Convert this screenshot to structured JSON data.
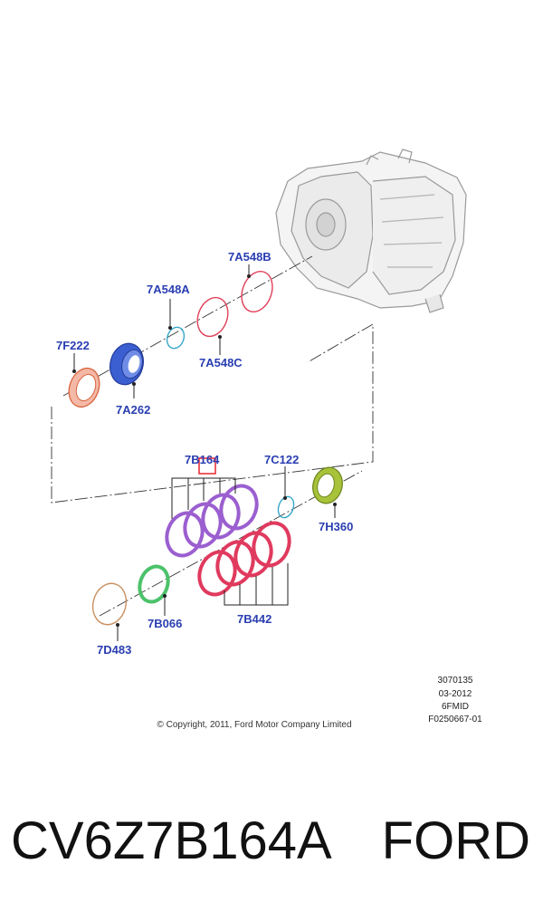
{
  "diagram": {
    "callouts": {
      "p7A548B": "7A548B",
      "p7A548A": "7A548A",
      "p7A548C": "7A548C",
      "p7F222": "7F222",
      "p7A262": "7A262",
      "p7B164": "7B164",
      "p7C122": "7C122",
      "p7H360": "7H360",
      "p7B066": "7B066",
      "p7B442": "7B442",
      "p7D483": "7D483"
    },
    "meta_lines": [
      "3070135",
      "03-2012",
      "6FMID",
      "F0250667-01"
    ],
    "copyright": "© Copyright, 2011, Ford Motor Company Limited",
    "highlight_color": "#e8252f"
  },
  "caption": {
    "part_number": "CV6Z7B164A",
    "brand": "FORD"
  }
}
